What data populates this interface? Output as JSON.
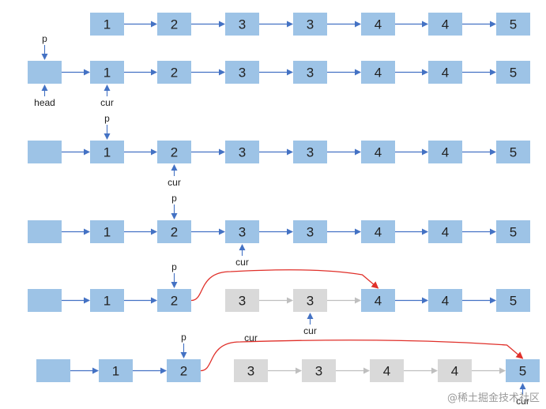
{
  "diagram": {
    "colors": {
      "node": "#9dc3e6",
      "node_dim": "#d9d9d9",
      "arrow": "#4472c4",
      "arrow_dim": "#bfbfbf",
      "skip_arrow": "#e0302a"
    },
    "rows": [
      {
        "nodes": [
          {
            "label": "1",
            "style": "normal"
          },
          {
            "label": "2",
            "style": "normal"
          },
          {
            "label": "3",
            "style": "normal"
          },
          {
            "label": "3",
            "style": "normal"
          },
          {
            "label": "4",
            "style": "normal"
          },
          {
            "label": "4",
            "style": "normal"
          },
          {
            "label": "5",
            "style": "normal"
          }
        ]
      },
      {
        "nodes": [
          {
            "label": "",
            "style": "normal"
          },
          {
            "label": "1",
            "style": "normal"
          },
          {
            "label": "2",
            "style": "normal"
          },
          {
            "label": "3",
            "style": "normal"
          },
          {
            "label": "3",
            "style": "normal"
          },
          {
            "label": "4",
            "style": "normal"
          },
          {
            "label": "4",
            "style": "normal"
          },
          {
            "label": "5",
            "style": "normal"
          }
        ],
        "pointers": [
          {
            "label": "p",
            "node": 0,
            "side": "top"
          },
          {
            "label": "head",
            "node": 0,
            "side": "bottom"
          },
          {
            "label": "cur",
            "node": 1,
            "side": "bottom"
          }
        ]
      },
      {
        "nodes": [
          {
            "label": "",
            "style": "normal"
          },
          {
            "label": "1",
            "style": "normal"
          },
          {
            "label": "2",
            "style": "normal"
          },
          {
            "label": "3",
            "style": "normal"
          },
          {
            "label": "3",
            "style": "normal"
          },
          {
            "label": "4",
            "style": "normal"
          },
          {
            "label": "4",
            "style": "normal"
          },
          {
            "label": "5",
            "style": "normal"
          }
        ],
        "pointers": [
          {
            "label": "p",
            "node": 1,
            "side": "top"
          },
          {
            "label": "cur",
            "node": 2,
            "side": "bottom"
          }
        ]
      },
      {
        "nodes": [
          {
            "label": "",
            "style": "normal"
          },
          {
            "label": "1",
            "style": "normal"
          },
          {
            "label": "2",
            "style": "normal"
          },
          {
            "label": "3",
            "style": "normal"
          },
          {
            "label": "3",
            "style": "normal"
          },
          {
            "label": "4",
            "style": "normal"
          },
          {
            "label": "4",
            "style": "normal"
          },
          {
            "label": "5",
            "style": "normal"
          }
        ],
        "pointers": [
          {
            "label": "p",
            "node": 2,
            "side": "top"
          },
          {
            "label": "cur",
            "node": 3,
            "side": "bottom"
          }
        ]
      },
      {
        "nodes": [
          {
            "label": "",
            "style": "normal"
          },
          {
            "label": "1",
            "style": "normal"
          },
          {
            "label": "2",
            "style": "normal"
          },
          {
            "label": "3",
            "style": "dim"
          },
          {
            "label": "3",
            "style": "dim"
          },
          {
            "label": "4",
            "style": "normal"
          },
          {
            "label": "4",
            "style": "normal"
          },
          {
            "label": "5",
            "style": "normal"
          }
        ],
        "pointers": [
          {
            "label": "p",
            "node": 2,
            "side": "top"
          },
          {
            "label": "cur",
            "node": 4,
            "side": "bottom"
          }
        ],
        "skip": {
          "from": 2,
          "to": 5
        }
      },
      {
        "nodes": [
          {
            "label": "",
            "style": "normal"
          },
          {
            "label": "1",
            "style": "normal"
          },
          {
            "label": "2",
            "style": "normal"
          },
          {
            "label": "3",
            "style": "dim"
          },
          {
            "label": "3",
            "style": "dim"
          },
          {
            "label": "4",
            "style": "dim"
          },
          {
            "label": "4",
            "style": "dim"
          },
          {
            "label": "5",
            "style": "normal"
          }
        ],
        "pointers": [
          {
            "label": "p",
            "node": 2,
            "side": "top"
          },
          {
            "label": "cur",
            "node": 3,
            "side": "top-float"
          },
          {
            "label": "cur",
            "node": 7,
            "side": "bottom"
          }
        ],
        "skip": {
          "from": 2,
          "to": 7
        }
      }
    ]
  },
  "watermark": "@稀土掘金技术社区"
}
